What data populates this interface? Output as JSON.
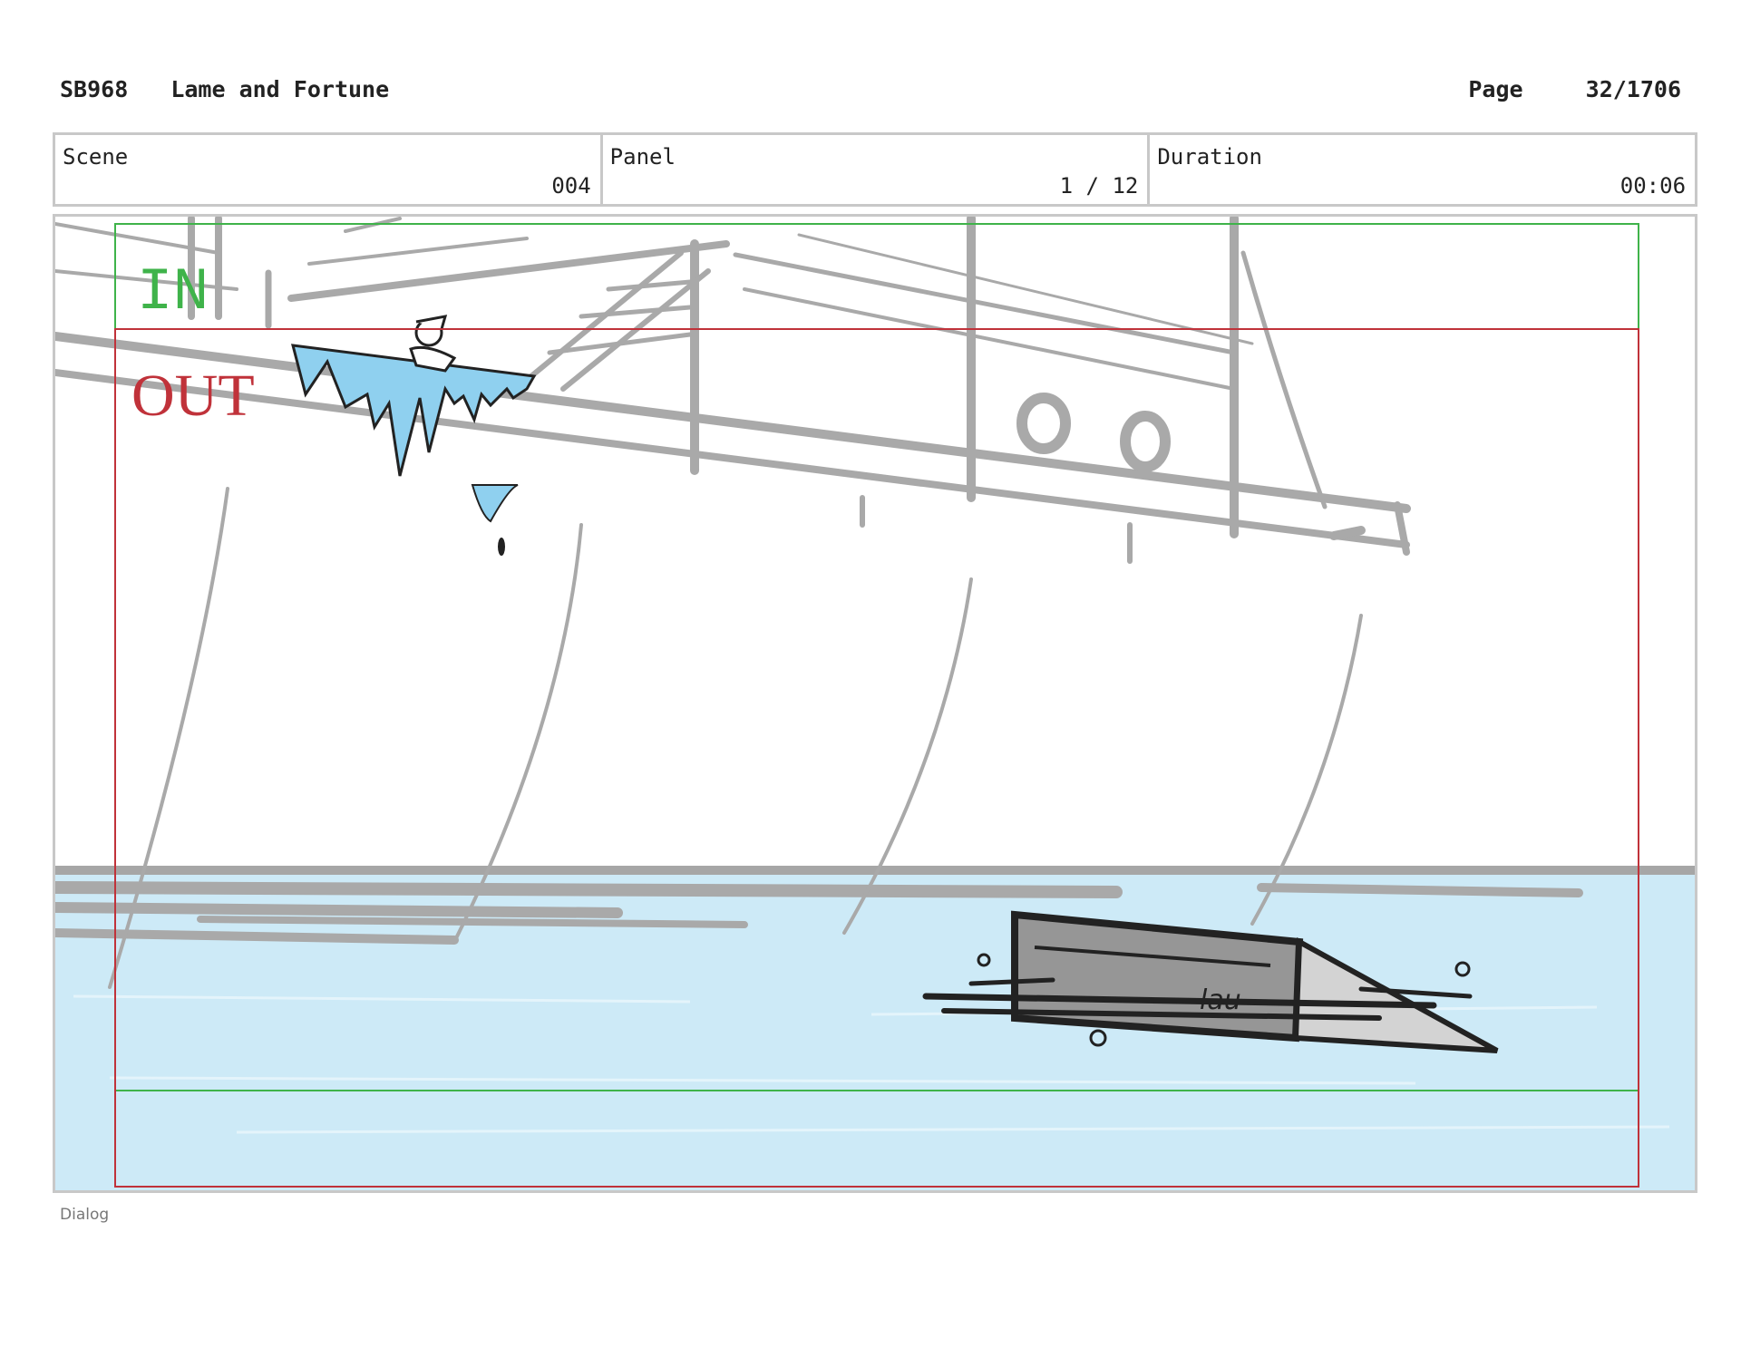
{
  "header": {
    "code": "SB968",
    "title": "Lame and Fortune",
    "page_label": "Page",
    "page_value": "32/1706"
  },
  "info": {
    "scene_label": "Scene",
    "scene_value": "004",
    "panel_label": "Panel",
    "panel_value": "1 / 12",
    "duration_label": "Duration",
    "duration_value": "00:06"
  },
  "frame": {
    "in_label": "IN",
    "out_label": "OUT",
    "crate_text": "lau",
    "colors": {
      "in_guide": "#3fb34a",
      "out_guide": "#c0323a",
      "water": "#cdeaf7",
      "sketch": "#a9a9a9"
    }
  },
  "footer": {
    "dialog_label": "Dialog"
  }
}
